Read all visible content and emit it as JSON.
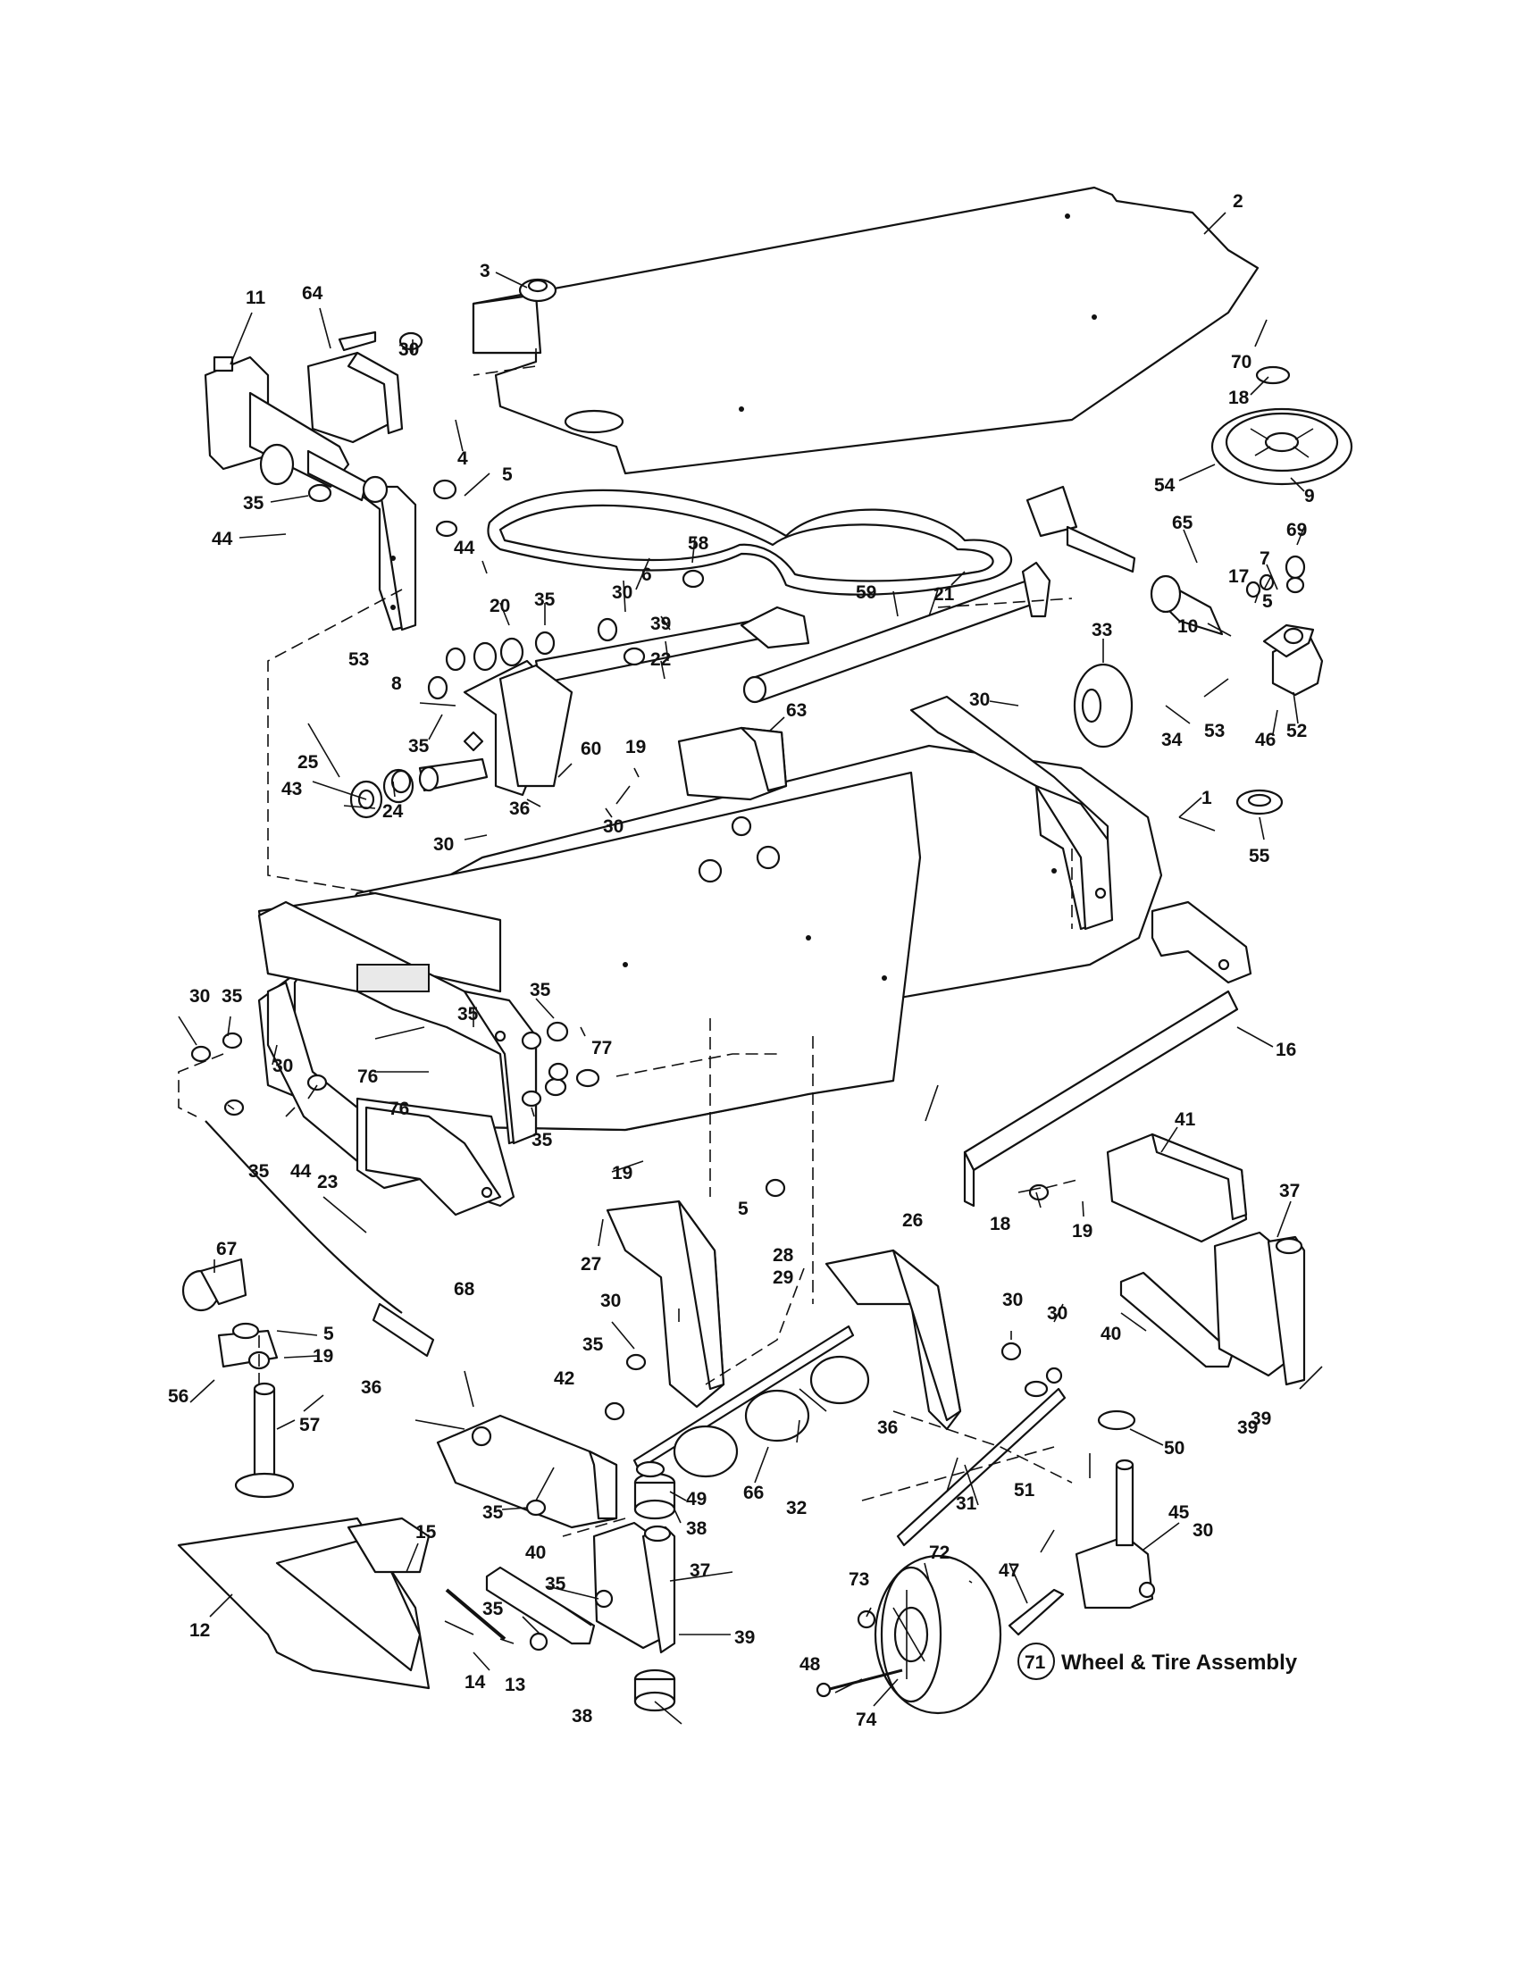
{
  "callouts": {
    "c1": "1",
    "c2": "2",
    "c3": "3",
    "c4": "4",
    "c5": "5",
    "c6": "6",
    "c7": "7",
    "c8": "8",
    "c9": "9",
    "c10": "10",
    "c11": "11",
    "c12": "12",
    "c13": "13",
    "c14": "14",
    "c15": "15",
    "c16": "16",
    "c17": "17",
    "c18": "18",
    "c19": "19",
    "c20": "20",
    "c21": "21",
    "c22": "22",
    "c23": "23",
    "c24": "24",
    "c25": "25",
    "c26": "26",
    "c27": "27",
    "c28": "28",
    "c29": "29",
    "c30": "30",
    "c31": "31",
    "c32": "32",
    "c33": "33",
    "c34": "34",
    "c35": "35",
    "c36": "36",
    "c37": "37",
    "c38": "38",
    "c39": "39",
    "c40": "40",
    "c41": "41",
    "c42": "42",
    "c43": "43",
    "c44": "44",
    "c45": "45",
    "c46": "46",
    "c47": "47",
    "c48": "48",
    "c49": "49",
    "c50": "50",
    "c51": "51",
    "c52": "52",
    "c53": "53",
    "c54": "54",
    "c55": "55",
    "c56": "56",
    "c57": "57",
    "c58": "58",
    "c59": "59",
    "c60": "60",
    "c63": "63",
    "c64": "64",
    "c65": "65",
    "c66": "66",
    "c67": "67",
    "c68": "68",
    "c69": "69",
    "c70": "70",
    "c72": "72",
    "c73": "73",
    "c74": "74",
    "c76": "76",
    "c77": "77"
  },
  "assembly": {
    "number": "71",
    "label": "Wheel & Tire Assembly"
  }
}
